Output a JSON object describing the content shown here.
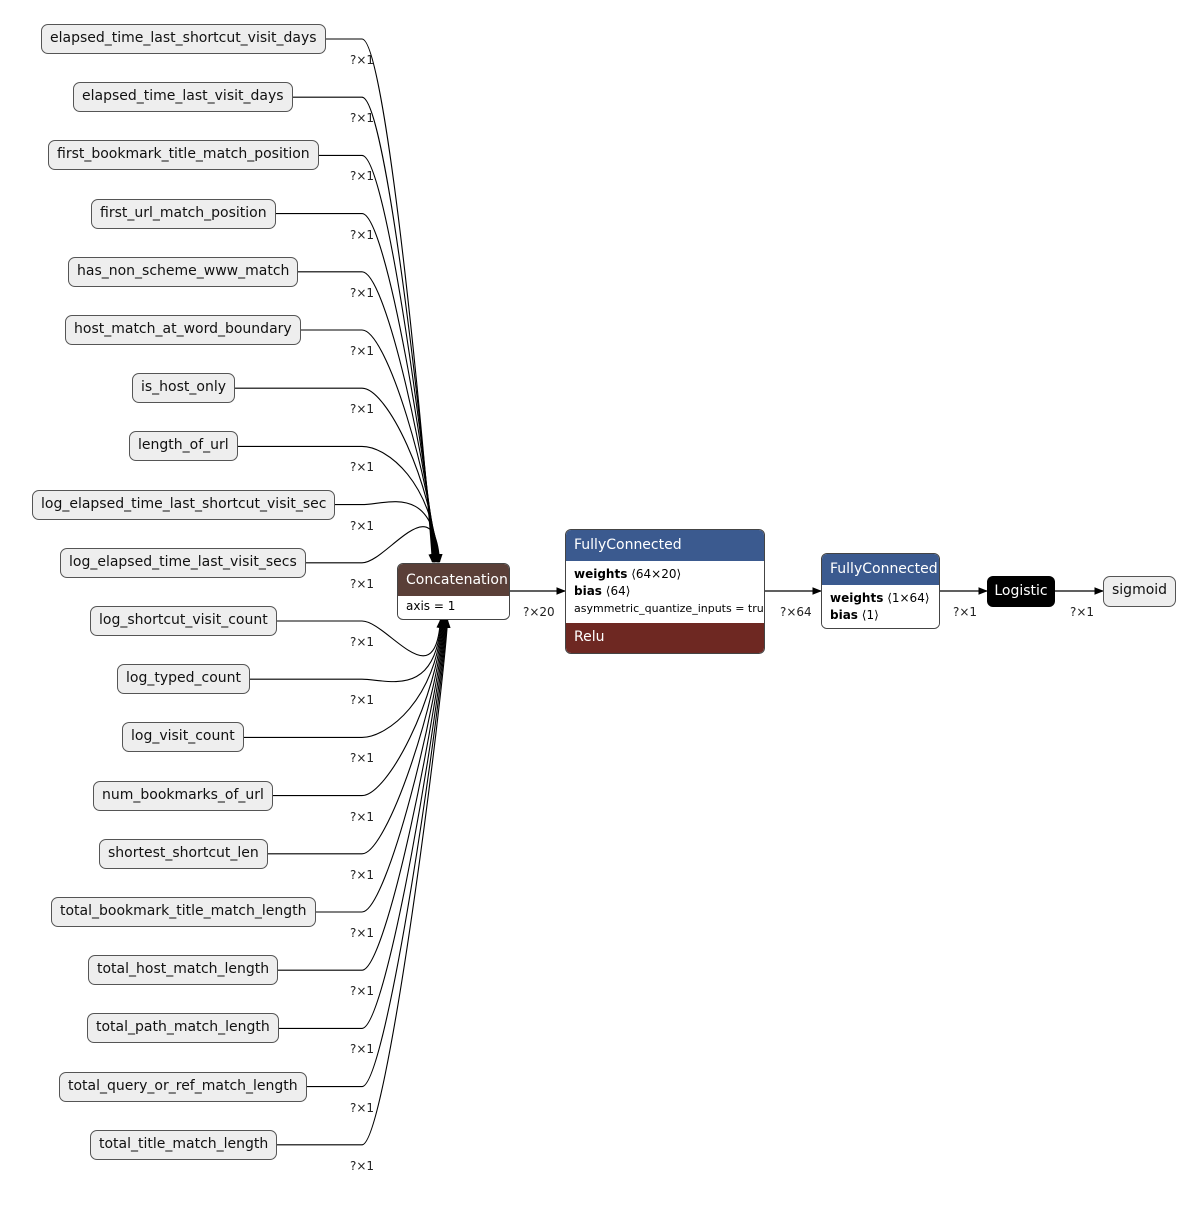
{
  "inputs": [
    {
      "label": "elapsed_time_last_shortcut_visit_days",
      "shape": "?×1"
    },
    {
      "label": "elapsed_time_last_visit_days",
      "shape": "?×1"
    },
    {
      "label": "first_bookmark_title_match_position",
      "shape": "?×1"
    },
    {
      "label": "first_url_match_position",
      "shape": "?×1"
    },
    {
      "label": "has_non_scheme_www_match",
      "shape": "?×1"
    },
    {
      "label": "host_match_at_word_boundary",
      "shape": "?×1"
    },
    {
      "label": "is_host_only",
      "shape": "?×1"
    },
    {
      "label": "length_of_url",
      "shape": "?×1"
    },
    {
      "label": "log_elapsed_time_last_shortcut_visit_sec",
      "shape": "?×1"
    },
    {
      "label": "log_elapsed_time_last_visit_secs",
      "shape": "?×1"
    },
    {
      "label": "log_shortcut_visit_count",
      "shape": "?×1"
    },
    {
      "label": "log_typed_count",
      "shape": "?×1"
    },
    {
      "label": "log_visit_count",
      "shape": "?×1"
    },
    {
      "label": "num_bookmarks_of_url",
      "shape": "?×1"
    },
    {
      "label": "shortest_shortcut_len",
      "shape": "?×1"
    },
    {
      "label": "total_bookmark_title_match_length",
      "shape": "?×1"
    },
    {
      "label": "total_host_match_length",
      "shape": "?×1"
    },
    {
      "label": "total_path_match_length",
      "shape": "?×1"
    },
    {
      "label": "total_query_or_ref_match_length",
      "shape": "?×1"
    },
    {
      "label": "total_title_match_length",
      "shape": "?×1"
    }
  ],
  "concat": {
    "title": "Concatenation",
    "attr": "axis = 1",
    "out_shape": "?×20",
    "header_color": "#5a3f38"
  },
  "fc1": {
    "title": "FullyConnected",
    "weights_label": "weights",
    "weights_shape": "⟨64×20⟩",
    "bias_label": "bias",
    "bias_shape": "⟨64⟩",
    "attr": "asymmetric_quantize_inputs = true",
    "activation": "Relu",
    "out_shape": "?×64",
    "header_color": "#3b5a8f",
    "footer_color": "#6e2822"
  },
  "fc2": {
    "title": "FullyConnected",
    "weights_label": "weights",
    "weights_shape": "⟨1×64⟩",
    "bias_label": "bias",
    "bias_shape": "⟨1⟩",
    "out_shape": "?×1",
    "header_color": "#3b5a8f"
  },
  "logistic": {
    "title": "Logistic",
    "out_shape": "?×1"
  },
  "output": {
    "label": "sigmoid"
  }
}
